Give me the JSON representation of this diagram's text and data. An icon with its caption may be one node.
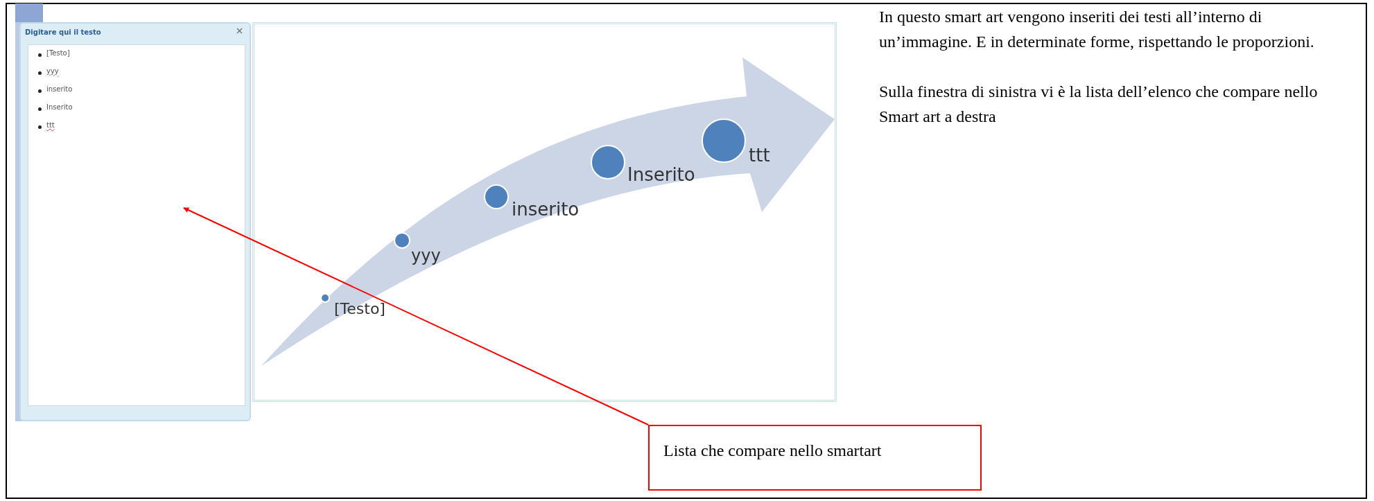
{
  "diagram": {
    "nodes": [
      {
        "text": [
          "Digitare qui il testo",
          "[Testo]",
          "yyy",
          "inserito",
          "Inserito",
          "ttt"
        ]
      },
      {
        "text": [],
        "shape": "box"
      },
      {
        "text": [],
        "shape": "circle",
        "in": 1,
        "beside": [
          "[Testo]"
        ]
      },
      {
        "text": [],
        "shape": "circle",
        "in": 1,
        "beside": [
          "yyy"
        ]
      },
      {
        "text": [],
        "shape": "circle",
        "in": 1,
        "beside": [
          "inserito"
        ]
      },
      {
        "text": [],
        "shape": "circle",
        "in": 1,
        "beside": [
          "Inserito"
        ]
      },
      {
        "text": [],
        "shape": "circle",
        "in": 1,
        "beside": [
          "ttt"
        ]
      },
      {
        "text": [
          "Lista che compare nello smartart"
        ]
      }
    ],
    "edges": [
      {
        "from": 7,
        "to": 0,
        "arrow": "to"
      }
    ],
    "labels": [
      "In questo smart art vengono inseriti dei testi all’interno di un’immagine. E in determinate forme, rispettando le proporzioni.",
      "Sulla finestra di sinistra vi è la lista dell’elenco che compare nello Smart art a destra"
    ]
  }
}
